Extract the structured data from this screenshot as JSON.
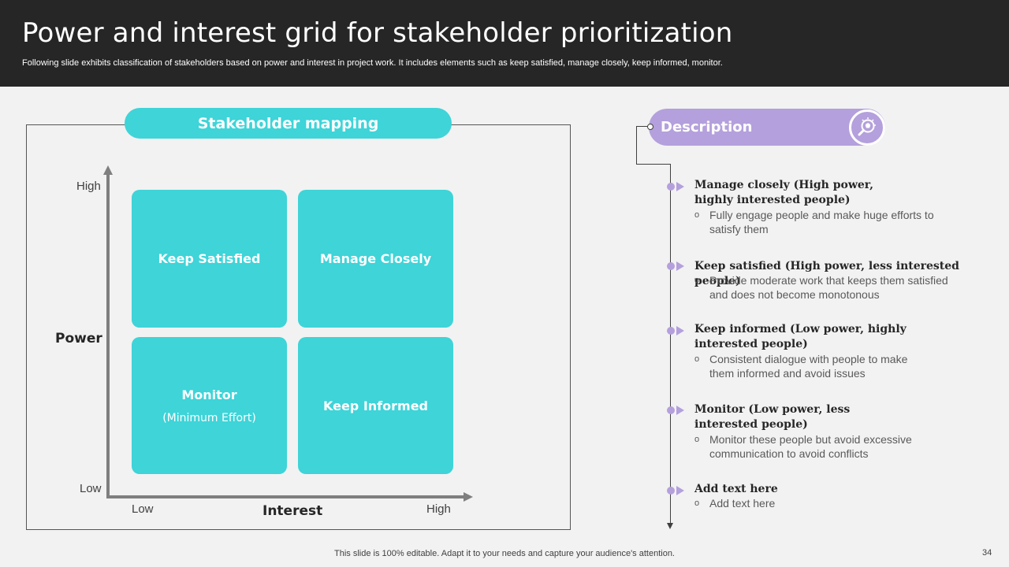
{
  "header": {
    "title": "Power and interest grid for stakeholder prioritization",
    "subtitle": "Following slide exhibits classification of stakeholders based on power and interest in project work. It includes elements such as keep satisfied, manage closely, keep informed, monitor."
  },
  "mapping": {
    "title": "Stakeholder mapping",
    "y_axis": {
      "title": "Power",
      "high": "High",
      "low": "Low"
    },
    "x_axis": {
      "title": "Interest",
      "low": "Low",
      "high": "High"
    },
    "quadrants": {
      "top_left": "Keep Satisfied",
      "top_right": "Manage Closely",
      "bottom_left": "Monitor",
      "bottom_left_sub": "(Minimum Effort)",
      "bottom_right": "Keep Informed"
    }
  },
  "description": {
    "title": "Description",
    "icon": "magnifier-bulb-icon",
    "items": [
      {
        "heading": "Manage closely (High power, highly interested people)",
        "detail": "Fully engage people and make huge efforts to satisfy them"
      },
      {
        "heading": "Keep satisfied (High power, less interested people)",
        "detail": "Provide moderate work that keeps them satisfied and does not become monotonous"
      },
      {
        "heading": "Keep informed (Low power, highly interested people)",
        "detail": "Consistent dialogue with people to make them informed and avoid issues"
      },
      {
        "heading": "Monitor (Low power, less interested people)",
        "detail": "Monitor these people but avoid excessive communication to avoid conflicts"
      },
      {
        "heading": "Add text here",
        "detail": "Add text here"
      }
    ]
  },
  "footer": {
    "note": "This slide is 100% editable. Adapt it to your needs and capture your audience's attention.",
    "page": "34"
  },
  "colors": {
    "header_bg": "#262626",
    "accent_teal": "#3ed4d8",
    "accent_purple": "#b4a0dc",
    "background": "#f2f2f2"
  }
}
